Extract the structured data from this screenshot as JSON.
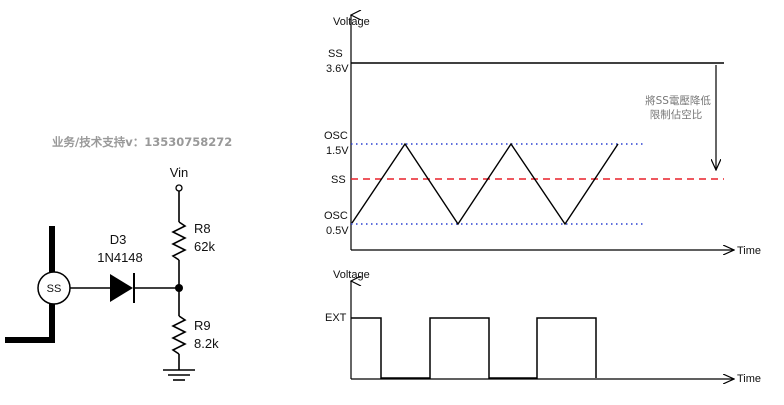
{
  "watermark": "业务/技术支持v：13530758272",
  "circuit": {
    "vin_label": "Vin",
    "diode_ref": "D3",
    "diode_part": "1N4148",
    "r8_ref": "R8",
    "r8_value": "62k",
    "r9_ref": "R9",
    "r9_value": "8.2k",
    "source_label": "SS"
  },
  "top_plot": {
    "y_axis_label": "Voltage",
    "x_axis_label": "Time",
    "ss_high_label_1": "SS",
    "ss_high_label_2": "3.6V",
    "osc_high_label_1": "OSC",
    "osc_high_label_2": "1.5V",
    "ss_mid_label": "SS",
    "osc_low_label_1": "OSC",
    "osc_low_label_2": "0.5V",
    "annotation_line_1": "將SS電壓降低",
    "annotation_line_2": "限制佔空比",
    "colors": {
      "ss_limit": "#e8202a",
      "osc_bounds": "#2a3fd1",
      "trace": "#000000"
    }
  },
  "bottom_plot": {
    "y_axis_label": "Voltage",
    "x_axis_label": "Time",
    "level_label": "EXT"
  }
}
